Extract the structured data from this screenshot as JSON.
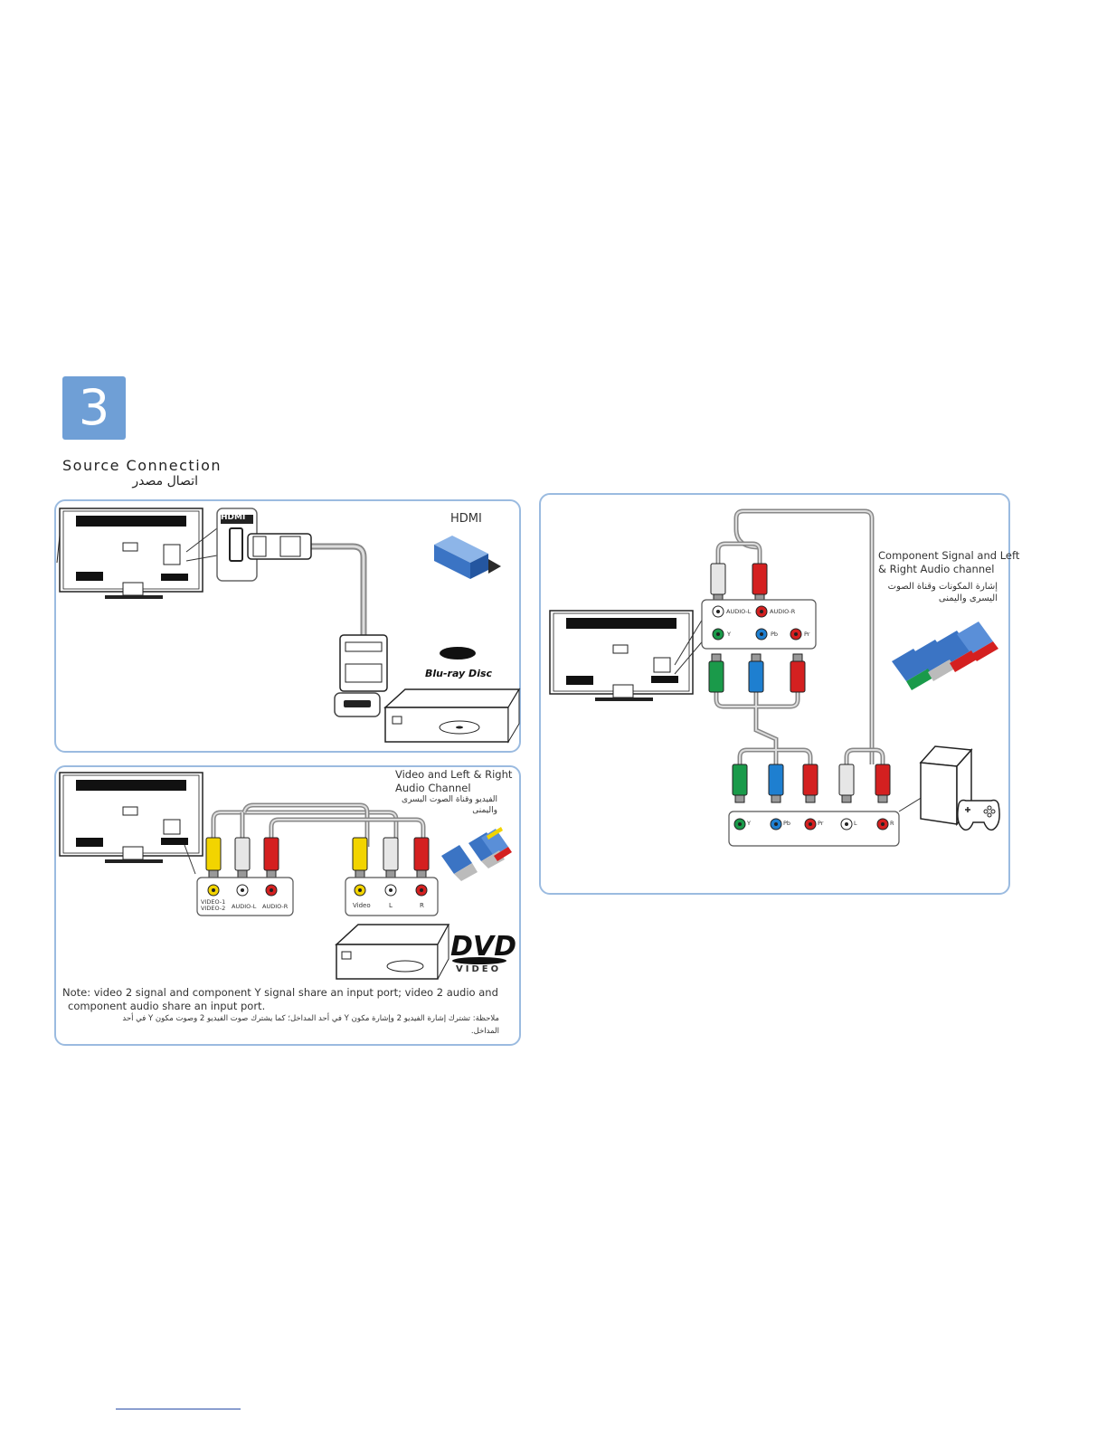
{
  "step": {
    "number": "3"
  },
  "section": {
    "title": "Source Connection",
    "title_ar": "اتصال مصدر"
  },
  "hdmi_panel": {
    "device_label": "HDMI",
    "port_label": "HDMI",
    "player_logo": "Blu-ray Disc",
    "player_logo_icon": "blu-ray-logo-icon",
    "plug_icon": "hdmi-plug-icon"
  },
  "av_panel": {
    "title_line1": "Video and Left & Right",
    "title_line2": "Audio Channel",
    "title_ar_line1": "الفيديو وقناة الصوت اليسرى",
    "title_ar_line2": "واليمنى",
    "tv_ports": [
      "VIDEO-1\nVIDEO-2",
      "AUDIO-L",
      "AUDIO-R"
    ],
    "tv_port_video_line1": "VIDEO-1",
    "tv_port_video_line2": "VIDEO-2",
    "tv_port_audio_l": "AUDIO-L",
    "tv_port_audio_r": "AUDIO-R",
    "dev_port_video": "Video",
    "dev_port_l": "L",
    "dev_port_r": "R",
    "dvd_logo_top": "DVD",
    "dvd_logo_bottom": "VIDEO",
    "note_line1": "Note:  video 2 signal and component Y signal share an input port; video 2 audio and",
    "note_line2": "component audio share an input port.",
    "note_ar_line1": "ملاحظة: تشترك إشارة الفيديو 2 وإشارة مكون Y في أحد المداخل؛ كما يشترك صوت الفيديو 2 وصوت مكون Y في أحد",
    "note_ar_line2": "المداخل."
  },
  "component_panel": {
    "title_line1": "Component Signal and Left",
    "title_line2": "& Right  Audio channel",
    "title_ar_line1": "إشارة المكونات وقناة الصوت",
    "title_ar_line2": "اليسرى واليمنى",
    "tv_audio_l": "AUDIO-L",
    "tv_audio_r": "AUDIO-R",
    "tv_y": "Y",
    "tv_pb": "Pb",
    "tv_pr": "Pr",
    "dev_y": "Y",
    "dev_pb": "Pb",
    "dev_pr": "Pr",
    "dev_l": "L",
    "dev_r": "R",
    "device_icon": "game-console-icon"
  },
  "colors": {
    "panel_border": "#9bbbe0",
    "badge": "#6f9fd6",
    "yellow": "#f2d400",
    "white_plug": "#e6e6e6",
    "red": "#d42020",
    "green": "#1a9a4a",
    "blue": "#1e7fd0"
  }
}
